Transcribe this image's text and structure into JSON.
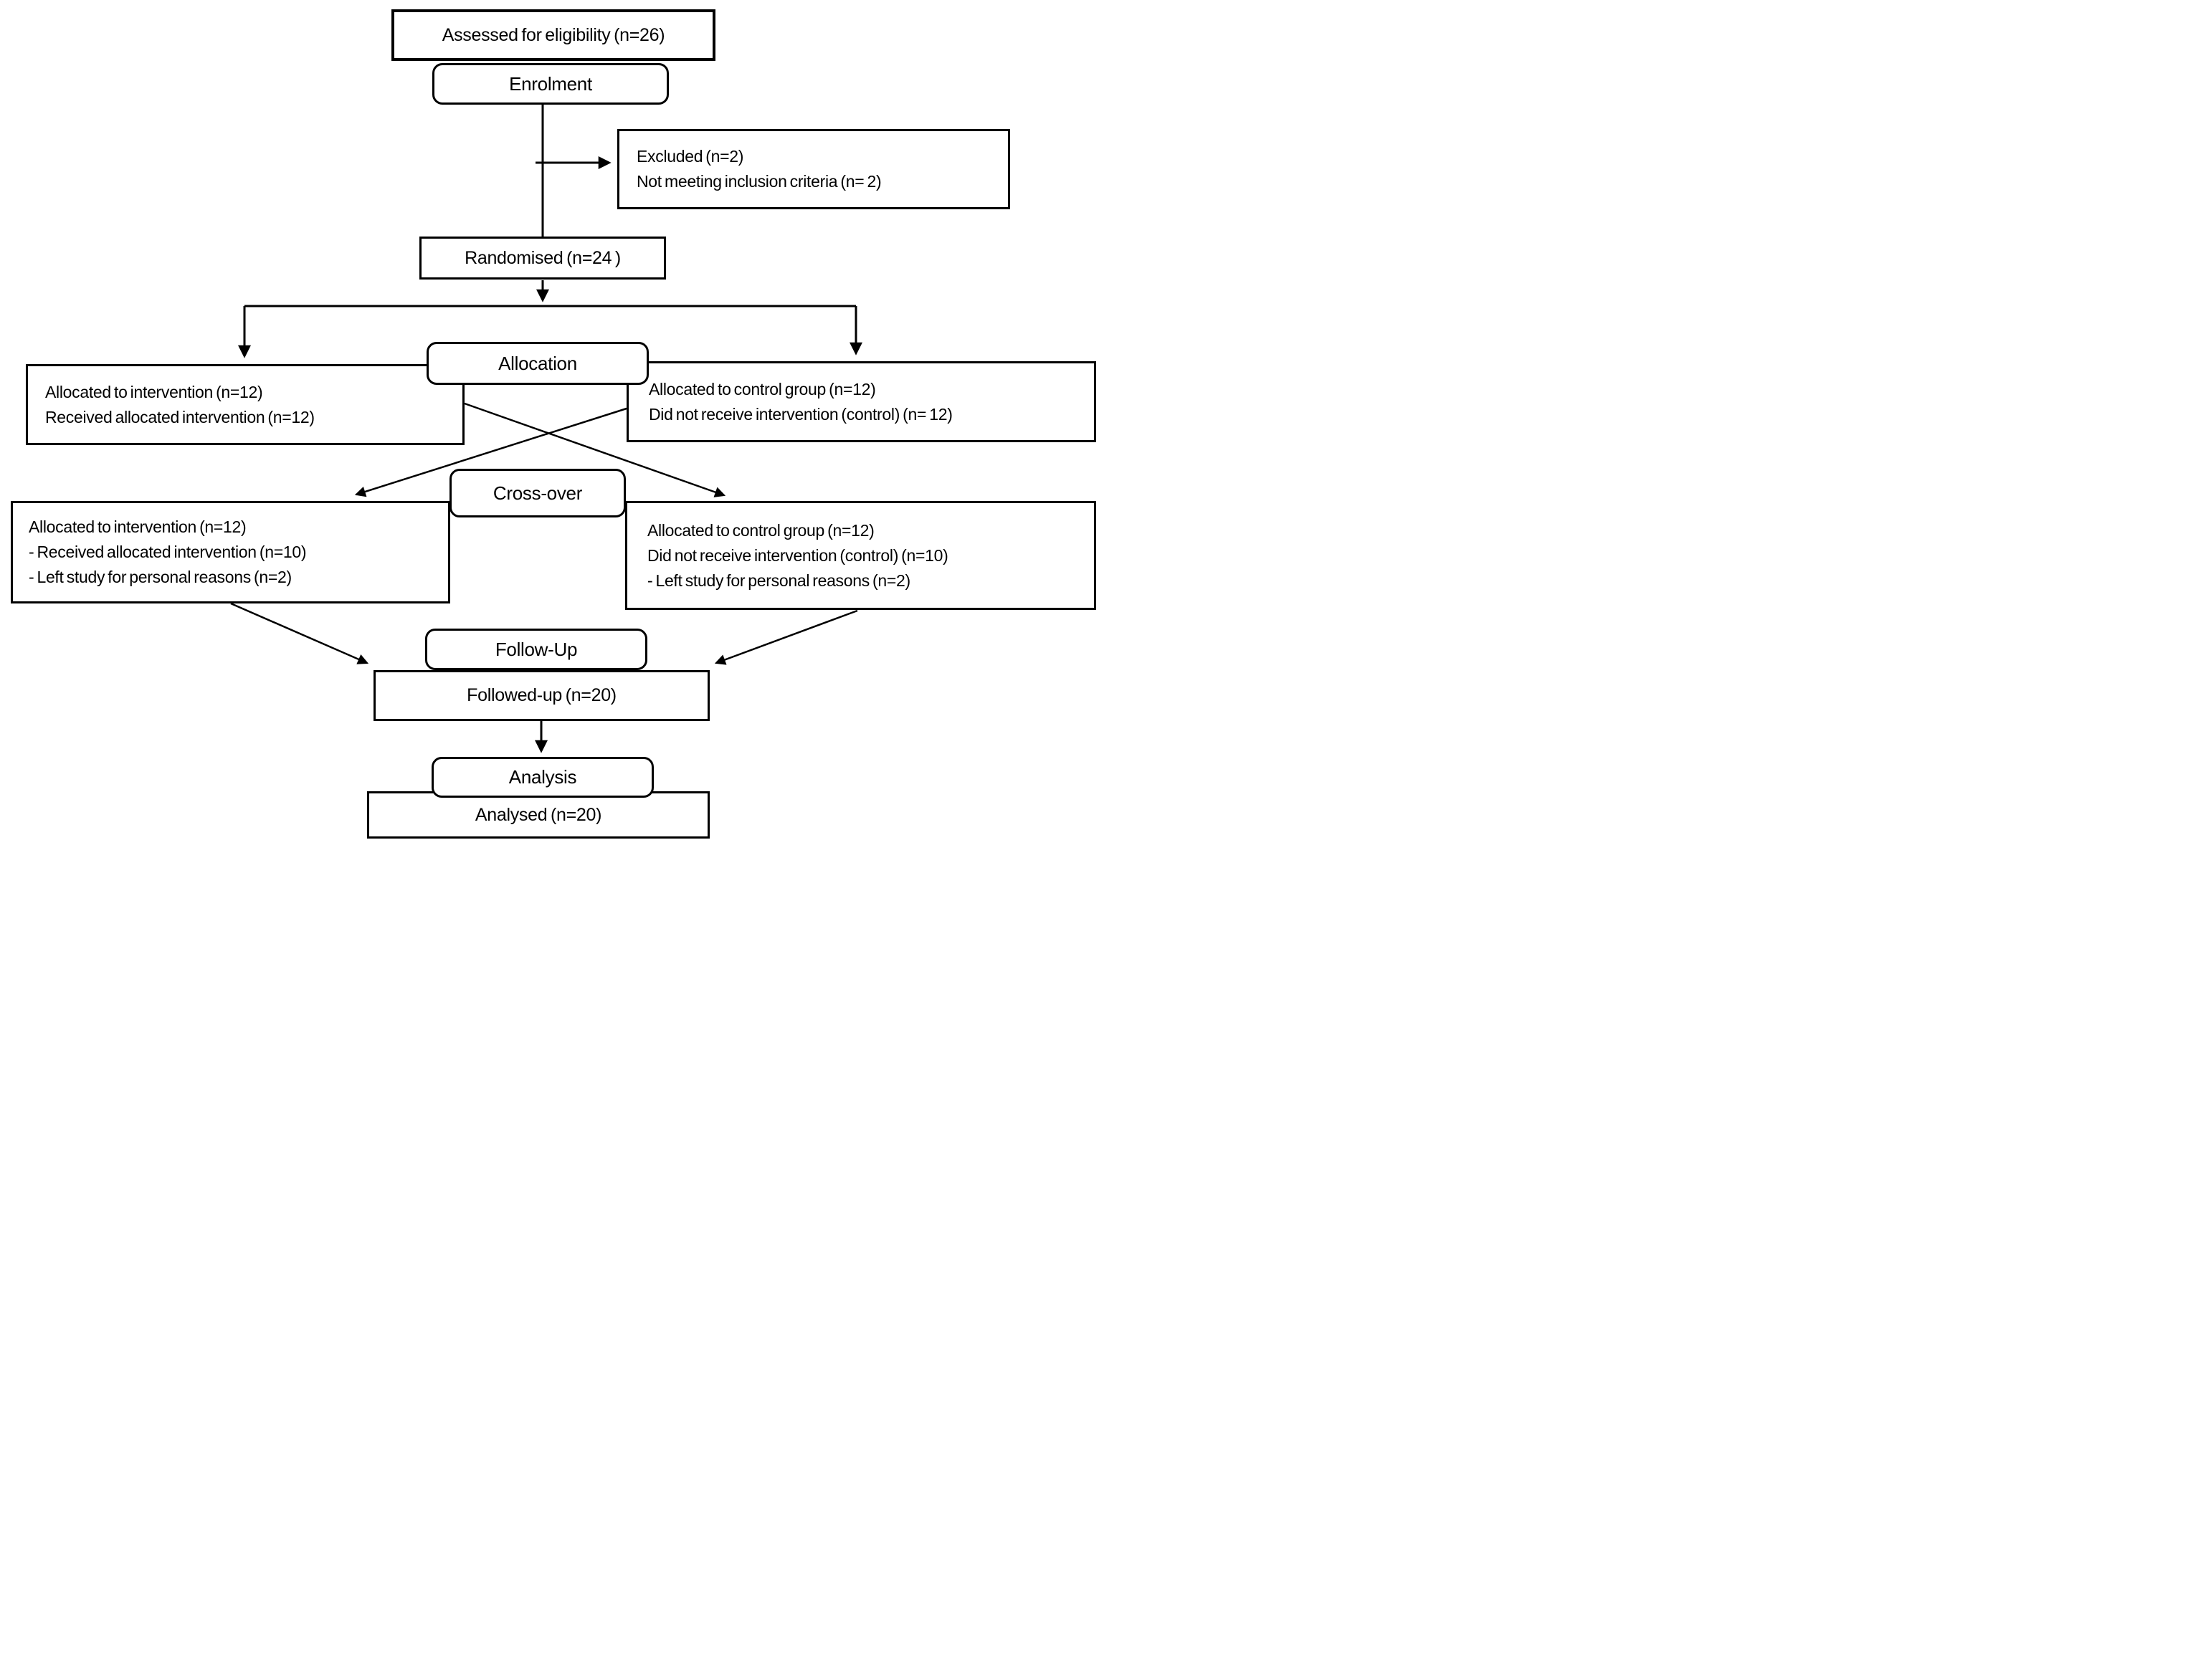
{
  "diagram": {
    "type": "consort-flow",
    "colors": {
      "line": "#000000",
      "box_fill": "#ffffff",
      "background": "#ffffff"
    },
    "stages": {
      "enrolment": "Enrolment",
      "allocation": "Allocation",
      "crossover": "Cross-over",
      "followup": "Follow-Up",
      "analysis": "Analysis"
    },
    "boxes": {
      "assessed": {
        "text": "Assessed for eligibility (n=26)"
      },
      "excluded": {
        "lines": [
          "Excluded (n=2)",
          "Not meeting inclusion criteria (n= 2)"
        ]
      },
      "randomised": {
        "text": "Randomised (n=24 )"
      },
      "alloc_left": {
        "lines": [
          "Allocated to intervention (n=12)",
          "Received allocated intervention (n=12)"
        ]
      },
      "alloc_right": {
        "lines": [
          "Allocated to control group (n=12)",
          "Did not receive intervention (control) (n= 12)"
        ]
      },
      "co_left": {
        "lines": [
          "Allocated to intervention (n=12)",
          "- Received allocated intervention (n=10)",
          "- Left study for personal reasons (n=2)"
        ]
      },
      "co_right": {
        "lines": [
          "Allocated to control group (n=12)",
          "Did not receive intervention (control) (n=10)",
          "- Left study for personal reasons (n=2)"
        ]
      },
      "followed": {
        "text": "Followed-up (n=20)"
      },
      "analysed": {
        "text": "Analysed (n=20)"
      }
    }
  }
}
